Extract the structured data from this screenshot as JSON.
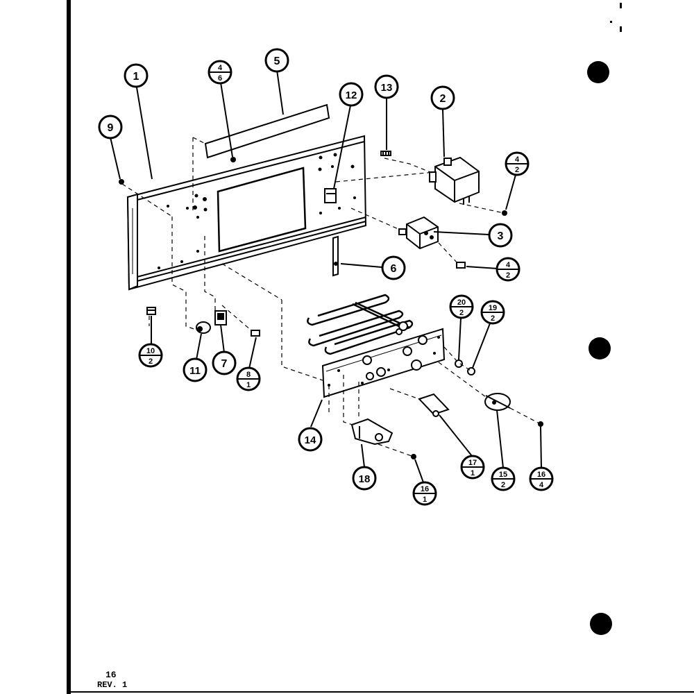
{
  "footer": {
    "page_number": "16",
    "revision": "REV. 1"
  },
  "callouts": [
    {
      "id": "c1",
      "num": "1"
    },
    {
      "id": "c2",
      "num": "2"
    },
    {
      "id": "c3",
      "num": "3"
    },
    {
      "id": "c5",
      "num": "5"
    },
    {
      "id": "c6",
      "num": "6"
    },
    {
      "id": "c7",
      "num": "7"
    },
    {
      "id": "c9",
      "num": "9"
    },
    {
      "id": "c11",
      "num": "11"
    },
    {
      "id": "c12",
      "num": "12"
    },
    {
      "id": "c13",
      "num": "13"
    },
    {
      "id": "c14",
      "num": "14"
    },
    {
      "id": "c18",
      "num": "18"
    }
  ],
  "split_callouts": [
    {
      "id": "s4-6",
      "top": "4",
      "bottom": "6"
    },
    {
      "id": "s4-2a",
      "top": "4",
      "bottom": "2"
    },
    {
      "id": "s4-2b",
      "top": "4",
      "bottom": "2"
    },
    {
      "id": "s10-2",
      "top": "10",
      "bottom": "2"
    },
    {
      "id": "s8-1",
      "top": "8",
      "bottom": "1"
    },
    {
      "id": "s20-2",
      "top": "20",
      "bottom": "2"
    },
    {
      "id": "s19-2",
      "top": "19",
      "bottom": "2"
    },
    {
      "id": "s17-1",
      "top": "17",
      "bottom": "1"
    },
    {
      "id": "s15-2",
      "top": "15",
      "bottom": "2"
    },
    {
      "id": "s16-4",
      "top": "16",
      "bottom": "4"
    },
    {
      "id": "s16-1",
      "top": "16",
      "bottom": "1"
    }
  ]
}
